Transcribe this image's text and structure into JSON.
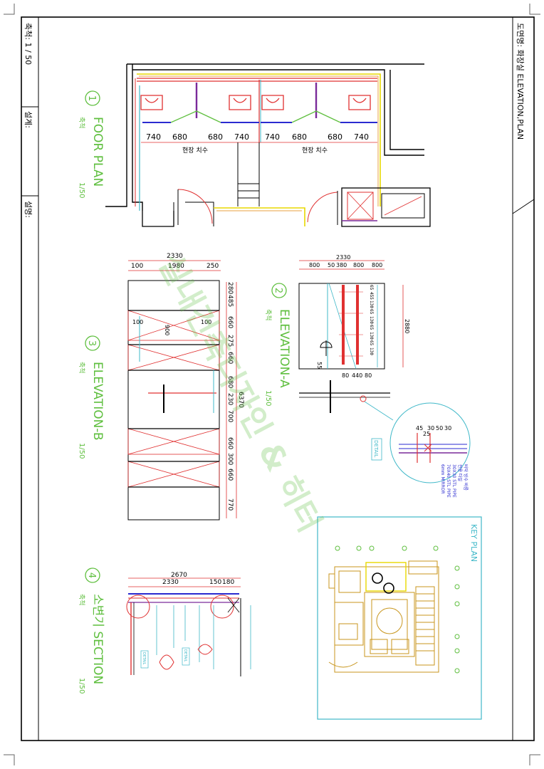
{
  "title_block": {
    "sheet_name": "도면명: 화장실 ELEVATION,PLAN",
    "scale": "축척:  1  /  50",
    "design": "설계:",
    "description": "설명:"
  },
  "views": {
    "floor_plan": {
      "number": "1",
      "title": "FOOR PLAN",
      "scale_label": "축척",
      "scale": "1/50"
    },
    "elevation_a": {
      "number": "2",
      "title": "ELEVATION-A",
      "scale_label": "축척",
      "scale": "1/50"
    },
    "elevation_b": {
      "number": "3",
      "title": "ELEVATION-B",
      "scale_label": "축척",
      "scale": "1/50"
    },
    "section": {
      "number": "4",
      "title": "소변기 SECTION",
      "scale_label": "축척",
      "scale": "1/50"
    },
    "key_plan": {
      "title": "KEY PLAN"
    }
  },
  "floor_plan_dims": {
    "left_group": [
      "740",
      "680",
      "680",
      "740"
    ],
    "right_group": [
      "740",
      "680",
      "680",
      "740"
    ],
    "note_left": "현장 치수",
    "note_right": "현장 치수"
  },
  "elevation_b_dims": {
    "overall": "2330",
    "top": [
      "100",
      "1980",
      "250"
    ],
    "right": [
      "280",
      "485",
      "660",
      "275",
      "660",
      "680",
      "230",
      "700",
      "660",
      "300",
      "660",
      "770"
    ],
    "total_height": "6370",
    "side_a": "100",
    "side_b": "100",
    "door": "900"
  },
  "elevation_a_dims": {
    "overall": "2330",
    "top": [
      "800",
      "50",
      "380",
      "800",
      "800"
    ],
    "rows": [
      "65",
      "455",
      "130",
      "65",
      "130",
      "65",
      "130",
      "65",
      "130"
    ],
    "height": "2880",
    "bottom": [
      "80",
      "440",
      "80"
    ],
    "left": "55"
  },
  "detail": {
    "label": "DETAIL",
    "dims": [
      "45",
      "25",
      "30",
      "50",
      "30"
    ],
    "notes": [
      "바닥 방수 바름",
      "전용 타일",
      "30X30 STL PIPE",
      "70X40 STL PIPE",
      "6mm MIRROR"
    ]
  },
  "section_dims": {
    "overall": "2670",
    "parts": [
      "2330",
      "150",
      "180"
    ],
    "detail_tags": [
      "DETAIL",
      "DETAIL"
    ]
  },
  "watermark": "실내건축디자인 & 히터",
  "colors": {
    "frame": "#000000",
    "green": "#5fbf3f",
    "cyan": "#3fb8c8",
    "red": "#e03030",
    "gold": "#c8961e",
    "yellow": "#e8d800",
    "blue": "#2a2ad0",
    "purple": "#7a2a9a"
  }
}
